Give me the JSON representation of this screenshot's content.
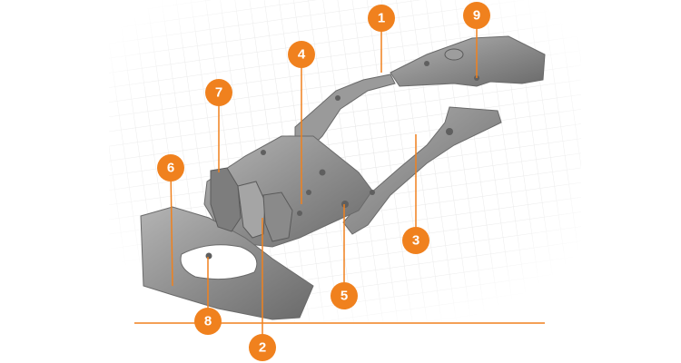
{
  "colors": {
    "accent": "#f0811e",
    "part_fill": "#8e8e8e",
    "part_dark": "#6a6a6a",
    "part_light": "#b4b4b4",
    "grid": "#e3e3e3"
  },
  "callouts": [
    {
      "id": "1",
      "label": "1"
    },
    {
      "id": "2",
      "label": "2"
    },
    {
      "id": "3",
      "label": "3"
    },
    {
      "id": "4",
      "label": "4"
    },
    {
      "id": "5",
      "label": "5"
    },
    {
      "id": "6",
      "label": "6"
    },
    {
      "id": "7",
      "label": "7"
    },
    {
      "id": "8",
      "label": "8"
    },
    {
      "id": "9",
      "label": "9"
    }
  ]
}
